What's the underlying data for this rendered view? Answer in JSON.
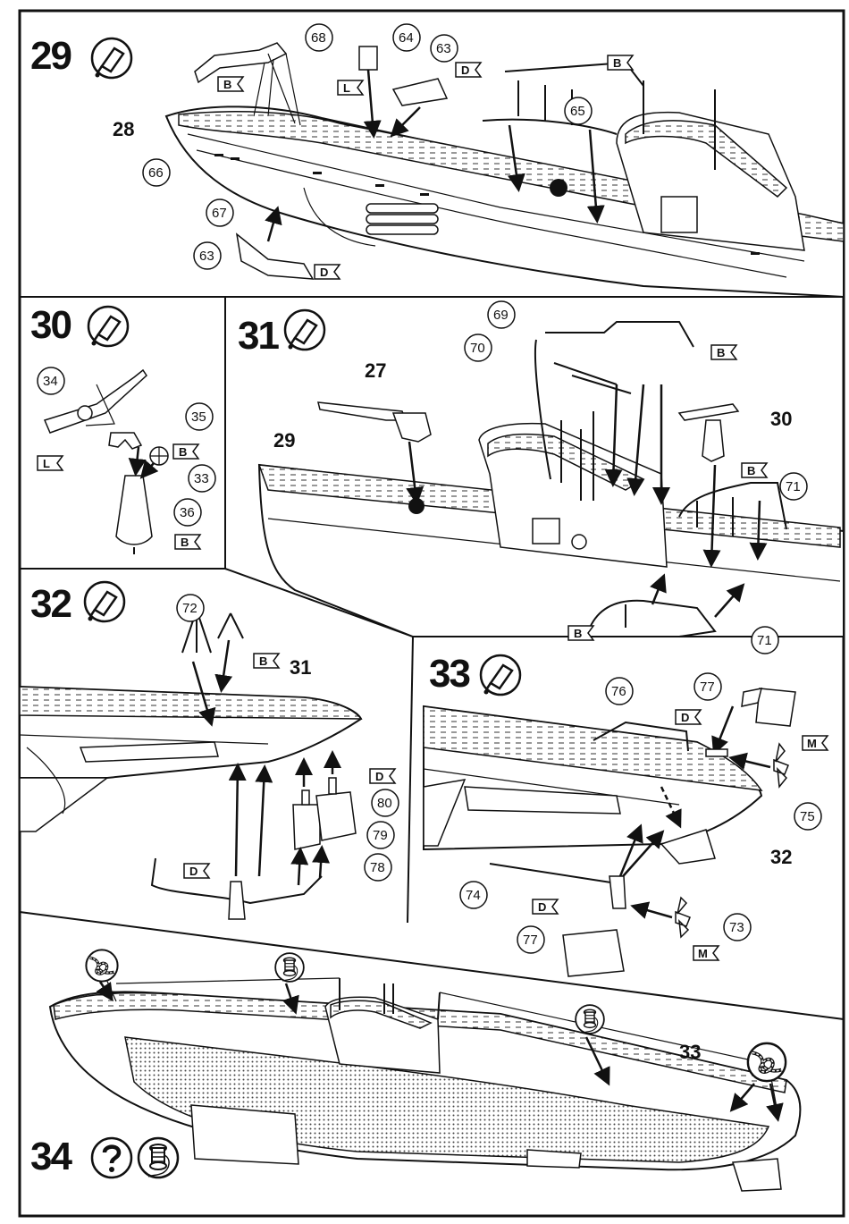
{
  "steps": [
    {
      "number": "29",
      "icon": "glue-tube-icon"
    },
    {
      "number": "30",
      "icon": "glue-tube-icon"
    },
    {
      "number": "31",
      "icon": "glue-tube-icon"
    },
    {
      "number": "32",
      "icon": "glue-tube-icon"
    },
    {
      "number": "33",
      "icon": "glue-tube-icon"
    },
    {
      "number": "34",
      "icons": [
        "question-icon",
        "thread-spool-icon"
      ]
    }
  ],
  "assembly_labels": {
    "s29": "28",
    "s31_gun": "27",
    "s31_hull": "29",
    "s31_mount": "30",
    "s32": "31",
    "s33": "32",
    "s34": "33"
  },
  "parts": {
    "p34": "34",
    "p35": "35",
    "p33": "33",
    "p36": "36",
    "p63a": "63",
    "p63b": "63",
    "p64": "64",
    "p65": "65",
    "p66": "66",
    "p67": "67",
    "p68": "68",
    "p69": "69",
    "p70": "70",
    "p71a": "71",
    "p71b": "71",
    "p72": "72",
    "p78": "78",
    "p79": "79",
    "p80": "80",
    "p73": "73",
    "p74": "74",
    "p75": "75",
    "p76": "76",
    "p77a": "77",
    "p77b": "77"
  },
  "colors": {
    "B": "B",
    "D": "D",
    "L": "L",
    "M": "M"
  }
}
